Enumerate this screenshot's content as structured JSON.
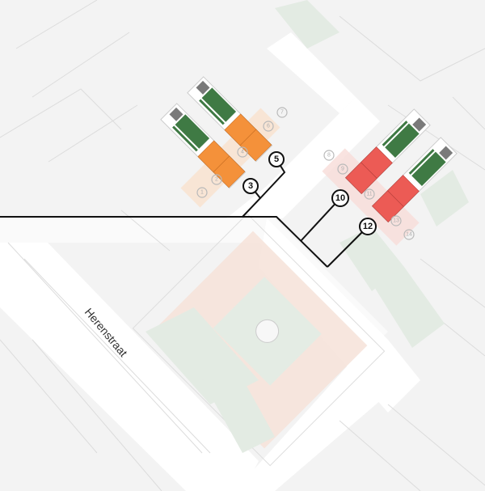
{
  "street_name": "Herenstraat",
  "colors": {
    "orange": "#f4913a",
    "red": "#ec5b55",
    "green": "#3f7a44",
    "background": "#f3f3f3"
  },
  "units_highlighted": [
    "3",
    "5",
    "10",
    "12"
  ],
  "units_faded": [
    "1",
    "2",
    "4",
    "6",
    "7",
    "8",
    "9",
    "11",
    "13",
    "14"
  ]
}
